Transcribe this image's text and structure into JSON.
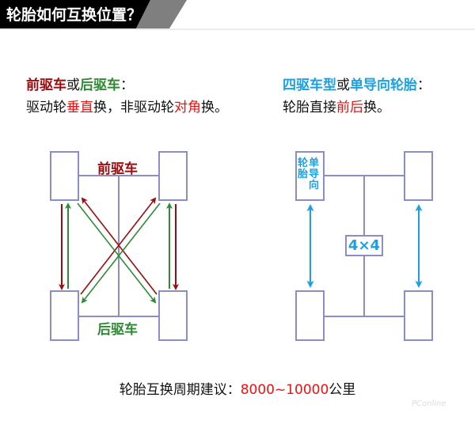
{
  "header": {
    "title": "轮胎如何互换位置？",
    "bar_color": "#000000",
    "stripe_color": "#7f7f7f"
  },
  "left_panel": {
    "heading": {
      "front_drive": "前驱车",
      "or": "或",
      "rear_drive": "后驱车",
      "colon": "："
    },
    "rule": {
      "drive_wheel": "驱动轮",
      "vertical": "垂直",
      "swap1": "换，非驱动轮",
      "diagonal": "对角",
      "swap2": "换。"
    },
    "diagram": {
      "front_label": "前驱车",
      "rear_label": "后驱车",
      "front_color": "#9e0b0f",
      "rear_color": "#2e8b33"
    }
  },
  "right_panel": {
    "heading": {
      "awd": "四驱车型",
      "or": "或",
      "directional": "单导向轮胎",
      "colon": "："
    },
    "rule": {
      "tire": "轮胎直接",
      "front_back": "前后",
      "swap": "换。"
    },
    "diagram": {
      "tire_label_col1": "轮胎",
      "tire_label_col2": "单导向",
      "center_label": "4×4",
      "arrow_color": "#1ba1e2"
    }
  },
  "footer": {
    "prefix": "轮胎互换周期建议：",
    "interval": "8000~10000",
    "unit": "公里"
  },
  "watermark": "PConline",
  "colors": {
    "tire_border": "#8c8cc8",
    "highlight_red": "#ee1111",
    "blue": "#1ba1e2"
  }
}
